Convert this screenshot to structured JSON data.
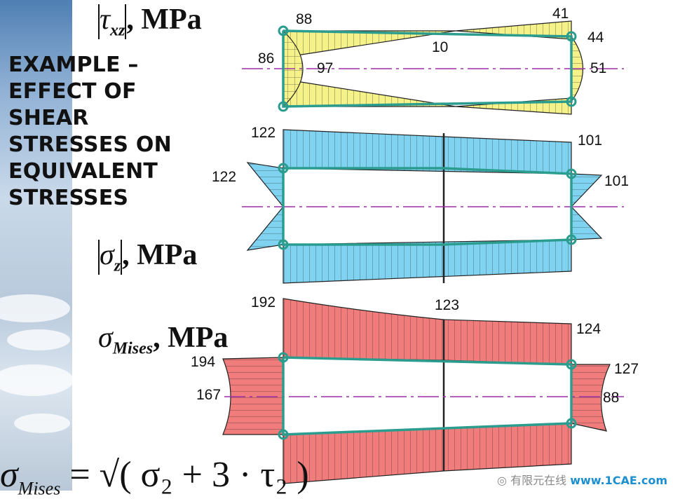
{
  "slide": {
    "heading": "EXAMPLE – EFFECT OF SHEAR STRESSES ON EQUIVALENT STRESSES"
  },
  "labels": {
    "tau": {
      "symbol": "τ",
      "subscript": "xz",
      "unit": ", MPa"
    },
    "sigma_z": {
      "symbol": "σ",
      "subscript": "z",
      "unit": ", MPa"
    },
    "mises": {
      "symbol": "σ",
      "subscript": "Mises",
      "unit": ", MPa"
    }
  },
  "values": {
    "tau": {
      "top_left": "88",
      "left": "86",
      "left_peak": "97",
      "mid": "10",
      "top_right": "41",
      "right_upper": "44",
      "right_peak": "51"
    },
    "sigma_z": {
      "top_left": "122",
      "left": "122",
      "top_right": "101",
      "right": "101"
    },
    "mises": {
      "top_left": "192",
      "mid": "123",
      "top_right": "124",
      "left_top": "194",
      "left_mid": "167",
      "right_top": "127",
      "right_mid": "88"
    }
  },
  "formula": {
    "lhs": "σ",
    "lhs_sub": "Mises",
    "rhs": "= √( σ₂ + 3 · τ₂ )"
  },
  "watermark": {
    "text": "有限元在线",
    "site": "www.1CAE.com"
  },
  "colors": {
    "tau_fill": "#f5f28a",
    "sigma_fill": "#7fd3f0",
    "mises_fill": "#f07c7c",
    "frame": "#2a9d8f",
    "axis": "#9b2fa8"
  }
}
